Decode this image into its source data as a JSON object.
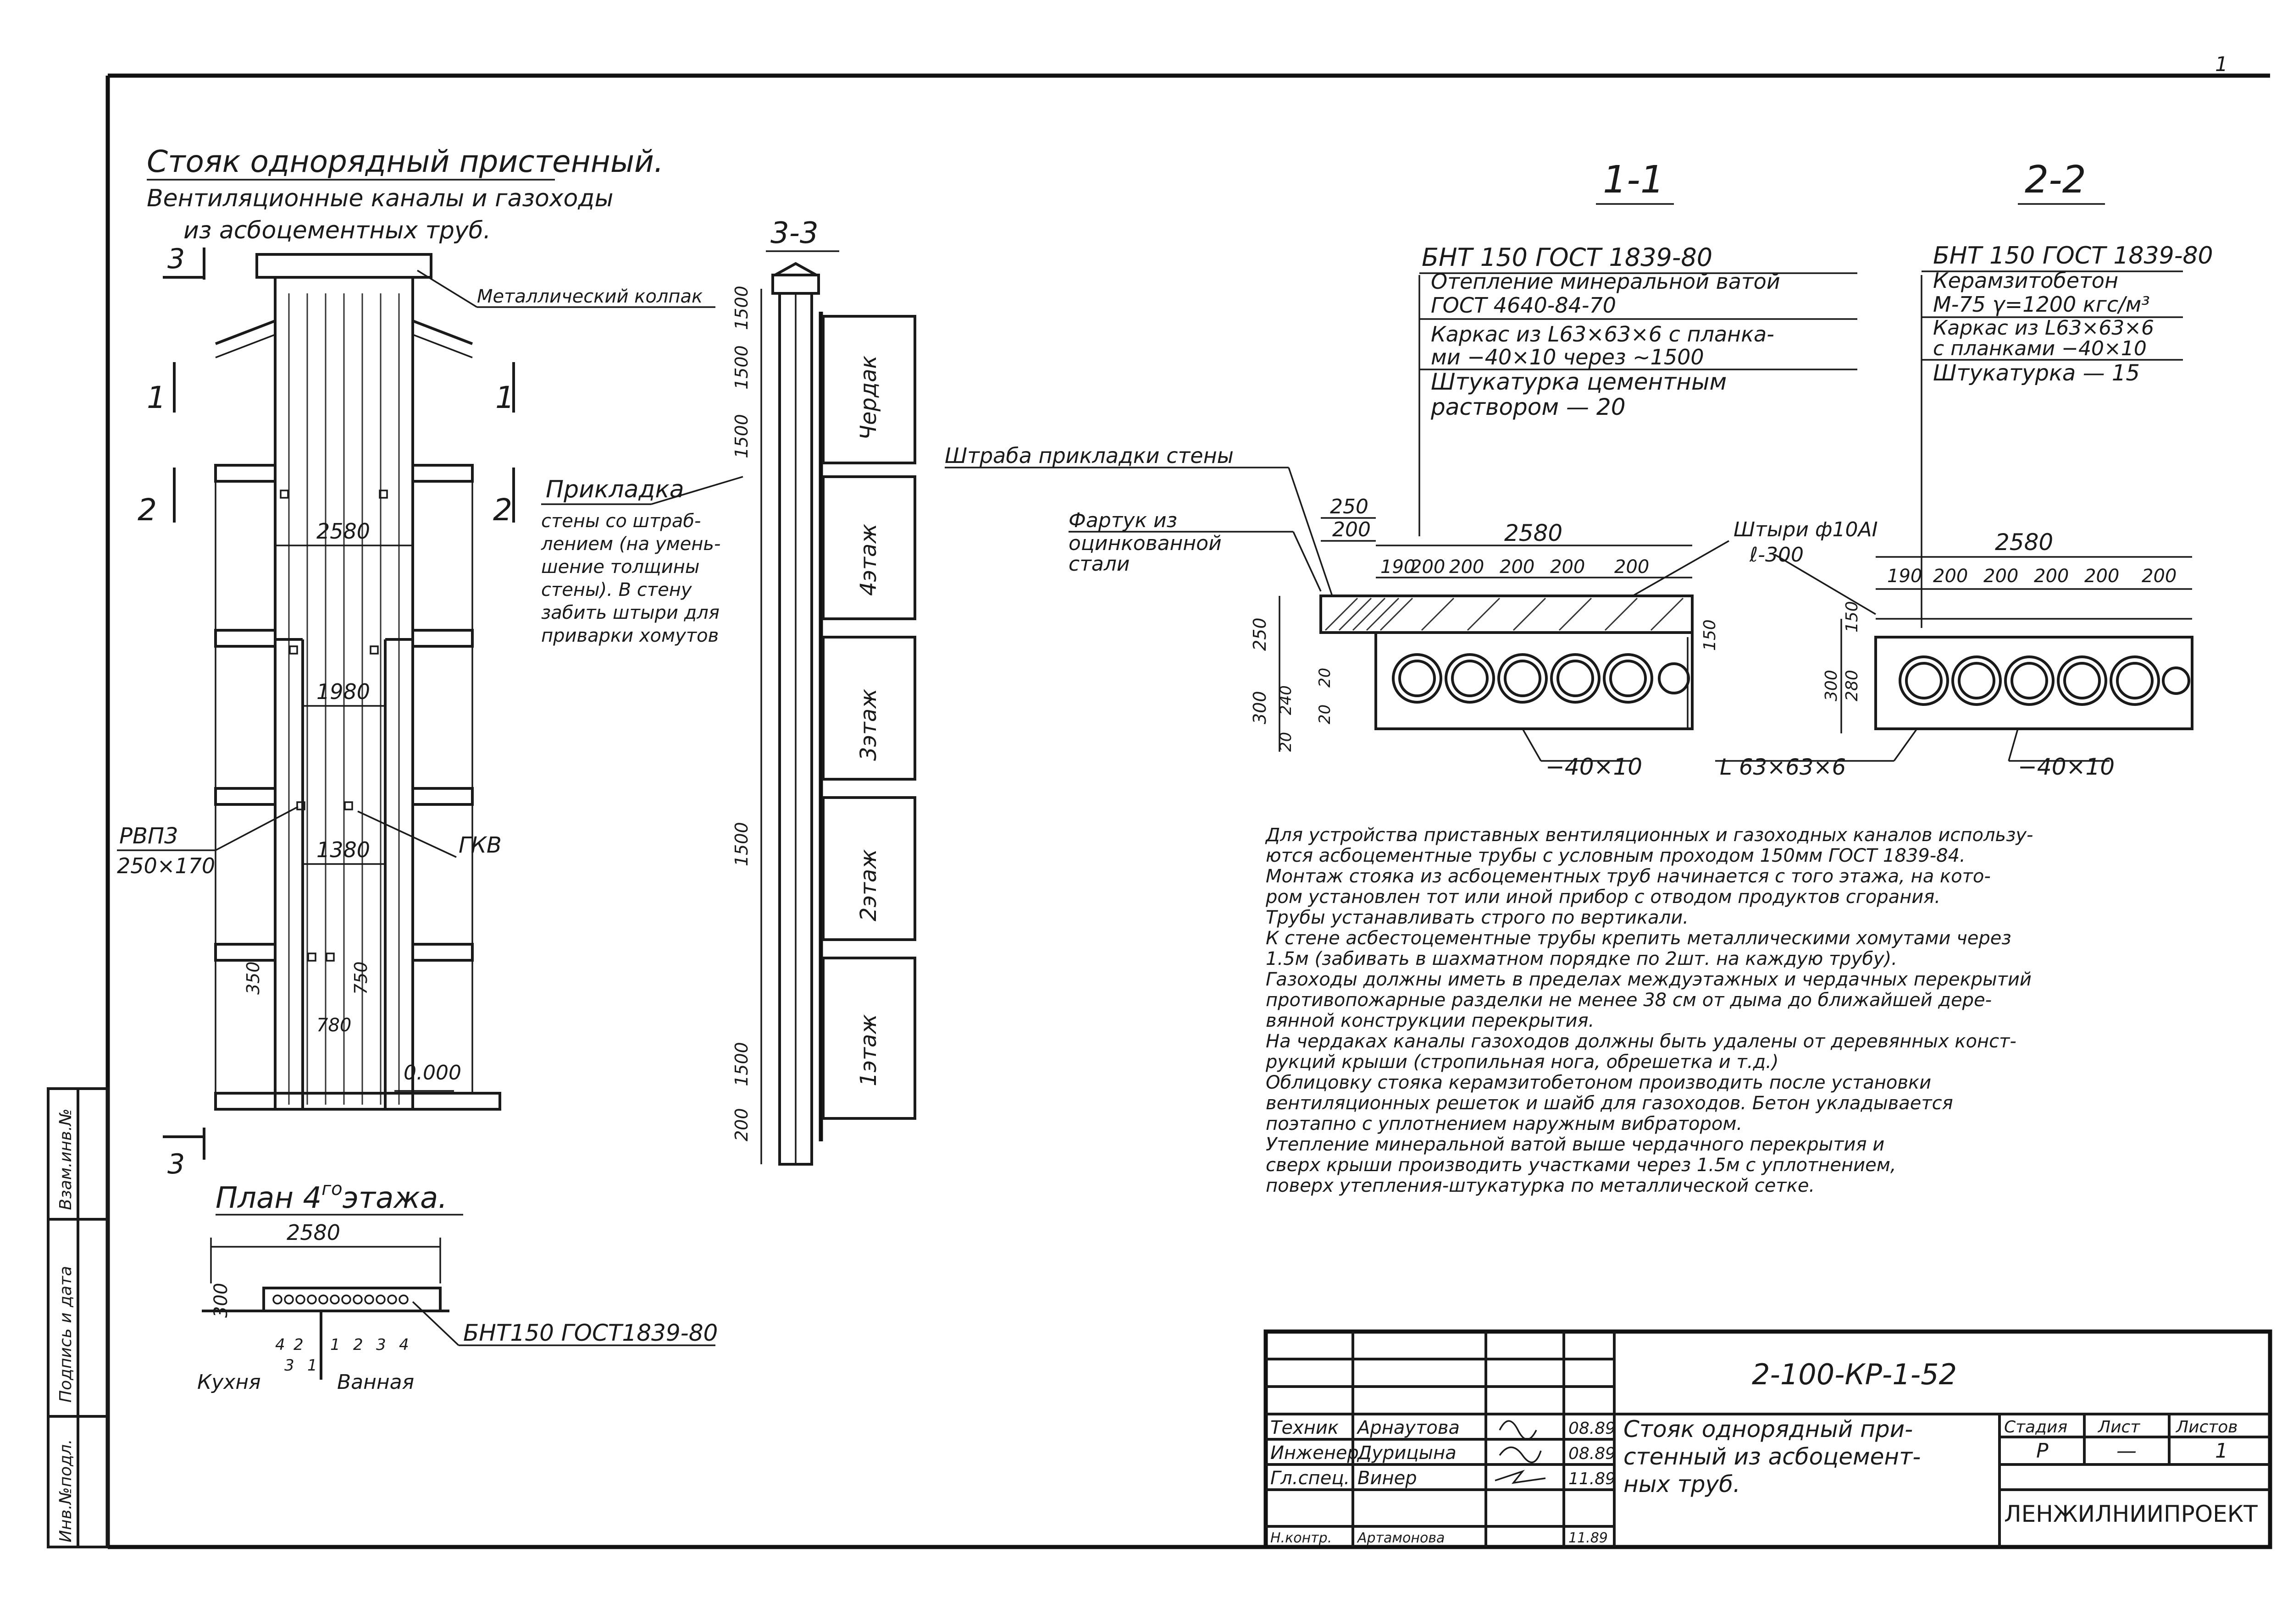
{
  "sheet_number_corner": "1",
  "left_title": {
    "line1": "Стояк однорядный пристенный.",
    "line2": "Вентиляционные каналы и газоходы",
    "line3": "из асбоцементных труб."
  },
  "elevation": {
    "section_marks": {
      "s3_top": "3",
      "s3_bottom": "3",
      "s1_left": "1",
      "s1_right": "1",
      "s2_left": "2",
      "s2_right": "2"
    },
    "cap_label": "Металлический колпак",
    "pristavka_title": "Прикладка",
    "pristavka_lines": [
      "стены со штраб-",
      "лением (на умень-",
      "шение толщины",
      "стены). В стену",
      "забить штыри для",
      "приварки хомутов"
    ],
    "dim_2580": "2580",
    "dim_1980": "1980",
    "dim_1380": "1380",
    "dim_350": "350",
    "dim_750": "750",
    "dim_780": "780",
    "level": "0.000",
    "rvp_label1": "РВП3",
    "rvp_label2": "250×170",
    "gkv_label": "ГКВ"
  },
  "plan": {
    "title": "План 4",
    "title_sup": "го",
    "title_tail": "этажа.",
    "dim_2580": "2580",
    "dim_300": "300",
    "pipe_label": "БНТ150 ГОСТ1839-80",
    "kitchen": "Кухня",
    "bath": "Ванная",
    "nums_top": [
      "4",
      "2",
      "1",
      "2",
      "3",
      "4"
    ],
    "nums_bottom": [
      "3",
      "1"
    ]
  },
  "section33": {
    "title": "3-3",
    "floors": [
      "Чердак",
      "4этаж",
      "3этаж",
      "2этаж",
      "1этаж"
    ],
    "dims": [
      "1500",
      "1500",
      "1500",
      "1500",
      "1500",
      "200"
    ]
  },
  "section11": {
    "title": "1-1",
    "pipe_spec": "БНТ 150 ГОСТ 1839-80",
    "layers": [
      "Отепление минеральной ватой",
      "ГОСТ 4640-84-70",
      "Каркас из L63×63×6 с планка-",
      "ми −40×10 через ~1500",
      "Штукатурка цементным",
      "раствором — 20"
    ],
    "shtraba": "Штраба прикладки стены",
    "fartuk": [
      "Фартук из",
      "оцинкованной",
      "стали"
    ],
    "shtyri": [
      "Штыри ф10АI",
      "ℓ-300"
    ],
    "dim_250": "250",
    "dim_200": "200",
    "dim_2580": "2580",
    "dim_190": "190",
    "spacing": [
      "200",
      "200",
      "200",
      "200",
      "200"
    ],
    "left_dims": [
      "250",
      "300",
      "240",
      "20",
      "20",
      "20"
    ],
    "right_dim": "150",
    "bottom_label": "−40×10"
  },
  "section22": {
    "title": "2-2",
    "pipe_spec": "БНТ 150 ГОСТ 1839-80",
    "layers": [
      "Керамзитобетон",
      "М-75 γ=1200 кгс/м³",
      "Каркас из L63×63×6",
      "с планками −40×10",
      "Штукатурка — 15"
    ],
    "dim_2580": "2580",
    "dim_190": "190",
    "spacing": [
      "200",
      "200",
      "200",
      "200",
      "200"
    ],
    "left_dims": [
      "150",
      "300",
      "280"
    ],
    "angle_label": "L 63×63×6",
    "bottom_label": "−40×10"
  },
  "notes": [
    "Для устройства приставных вентиляционных и газоходных каналов использу-",
    "ются асбоцементные трубы с условным проходом 150мм ГОСТ 1839-84.",
    "Монтаж стояка из асбоцементных труб начинается с того этажа, на кото-",
    "ром установлен тот или иной прибор с отводом продуктов сгорания.",
    "Трубы устанавливать строго по вертикали.",
    "К стене асбестоцементные трубы крепить металлическими хомутами через",
    "1.5м (забивать в шахматном порядке по 2шт. на каждую трубу).",
    "Газоходы должны иметь в пределах междуэтажных и чердачных перекрытий",
    "противопожарные разделки не менее 38 см от дыма до ближайшей дере-",
    "вянной конструкции перекрытия.",
    "На чердаках каналы газоходов должны быть удалены от деревянных конст-",
    "рукций крыши (стропильная нога, обрешетка и т.д.)",
    "Облицовку стояка керамзитобетоном производить после установки",
    "вентиляционных решеток и шайб для газоходов. Бетон укладывается",
    "поэтапно с уплотнением наружным вибратором.",
    "Утепление минеральной ватой выше чердачного перекрытия и",
    "сверх крыши производить участками через 1.5м с уплотнением,",
    "поверх утепления-штукатурка по металлической сетке."
  ],
  "side_stamp": [
    "Инв.№подл.",
    "Подпись и дата",
    "Взам.инв.№"
  ],
  "title_block": {
    "code": "2-100-КР-1-52",
    "rows": [
      {
        "role": "Техник",
        "name": "Арнаутова",
        "date": "08.89"
      },
      {
        "role": "Инженер",
        "name": "Дурицына",
        "date": "08.89"
      },
      {
        "role": "Гл.спец.",
        "name": "Винер",
        "date": "11.89"
      },
      {
        "role": "Н.контр.",
        "name": "Артамонова",
        "date": "11.89"
      }
    ],
    "desc": [
      "Стояк однорядный при-",
      "стенный из асбоцемент-",
      "ных труб."
    ],
    "stage_head": "Стадия",
    "sheet_head": "Лист",
    "sheets_head": "Листов",
    "stage": "Р",
    "sheet": "—",
    "sheets": "1",
    "org": "ЛЕНЖИЛНИИПРОЕКТ"
  }
}
